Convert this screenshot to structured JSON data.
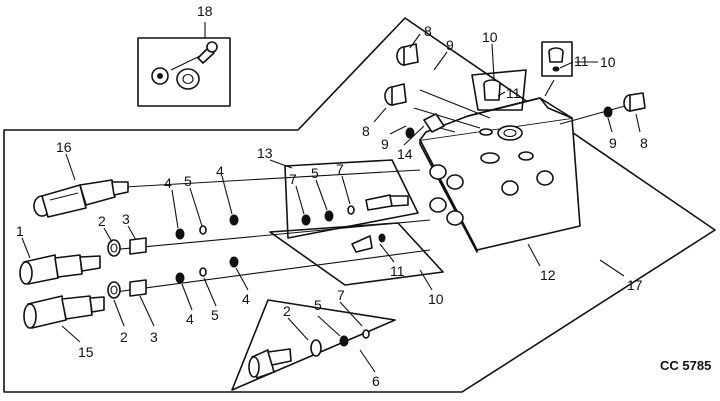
{
  "callouts": {
    "c18": "18",
    "c16": "16",
    "c1": "1",
    "c15": "15",
    "c2a": "2",
    "c3a": "3",
    "c2b": "2",
    "c3b": "3",
    "c4a": "4",
    "c5a": "5",
    "c4b": "4",
    "c4c": "4",
    "c5b": "5",
    "c4d": "4",
    "c13": "13",
    "c7a": "7",
    "c5c": "5",
    "c7b": "7",
    "c14": "14",
    "c8a": "8",
    "c9a": "9",
    "c8b": "8",
    "c9b": "9",
    "c10a": "10",
    "c11a": "11",
    "c11b": "11",
    "c10b": "10",
    "c9c": "9",
    "c8c": "8",
    "c12": "12",
    "c17": "17",
    "c11c": "11",
    "c10c": "10",
    "c2c": "2",
    "c5d": "5",
    "c7c": "7",
    "c6": "6"
  },
  "figure_code": "CC 5785"
}
